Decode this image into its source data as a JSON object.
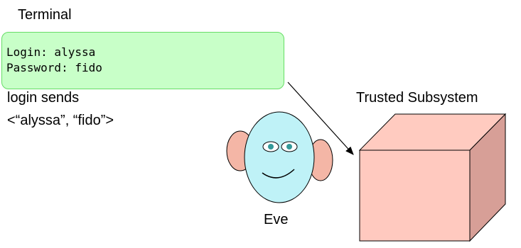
{
  "terminal": {
    "title": "Terminal",
    "login_line": "Login: alyssa",
    "password_line": "Password: fido"
  },
  "message": {
    "line1": "login sends",
    "line2": "<“alyssa”, “fido”>"
  },
  "subsystem": {
    "label": "Trusted Subsystem"
  },
  "eve": {
    "label": "Eve"
  },
  "colors": {
    "terminal_fill": "#c8ffc8",
    "terminal_border": "#66dd66",
    "face_fill": "#bff2f7",
    "ear_fill": "#f4b6a6",
    "eye_iris": "#339999",
    "cube_front": "#ffc9bf",
    "cube_top": "#ffcbc0",
    "cube_side": "#d79f97"
  }
}
